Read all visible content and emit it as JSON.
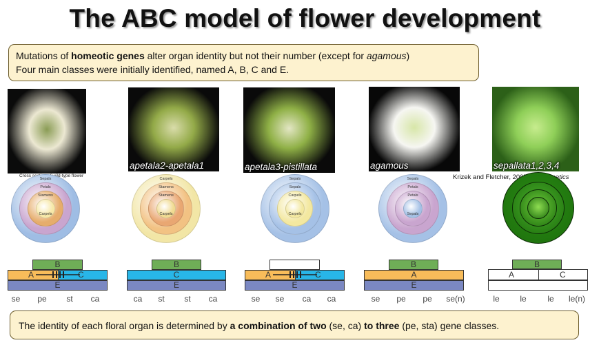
{
  "title": "The ABC model of flower development",
  "intro": {
    "l1_a": "Mutations of ",
    "l1_b": "homeotic genes",
    "l1_c": " alter organ identity but not their number (except for ",
    "l1_d": "agamous",
    "l1_e": ")",
    "l2": "Four main classes were initially identified, named A, B, C and E."
  },
  "photos": [
    {
      "caption": "Cross section of wild-type flower",
      "colors": [
        "#0b0b0b",
        "#ece8d2",
        "#8a9c55"
      ]
    },
    {
      "label": "apetala2-apetala1",
      "colors": [
        "#0a0a0a",
        "#93aa48",
        "#d9dcaa"
      ]
    },
    {
      "label": "apetala3-pistillata",
      "colors": [
        "#0a0a0a",
        "#8fb046",
        "#e3e6c4"
      ]
    },
    {
      "label": "agamous",
      "colors": [
        "#080808",
        "#f6f6f2",
        "#d7e6a8"
      ]
    },
    {
      "label": "sepallata1,2,3,4",
      "colors": [
        "#2c6018",
        "#8fcf58",
        "#c7ec8e"
      ]
    }
  ],
  "citation": {
    "text": "Krizek and Fletcher, 2005, ",
    "journal": "Nat. genetics"
  },
  "rings": [
    {
      "labels": [
        "Sepals",
        "Petals",
        "Stamens",
        "Carpels"
      ],
      "colors": [
        "#9fbde4",
        "#c9a5cf",
        "#e6ad6c",
        "#f7e8a8"
      ]
    },
    {
      "labels": [
        "Carpels",
        "Stamens",
        "Stamens",
        "Carpels"
      ],
      "colors": [
        "#f2e6a6",
        "#f2c283",
        "#e9a772",
        "#f1db92"
      ]
    },
    {
      "labels": [
        "Sepals",
        "Sepals",
        "Carpels",
        "Carpels"
      ],
      "colors": [
        "#a5c1e6",
        "#a5c1e6",
        "#f3e8a0",
        "#f3e8a0"
      ]
    },
    {
      "labels": [
        "Sepals",
        "Petals",
        "Petals",
        "Sepals"
      ],
      "colors": [
        "#a5c1e6",
        "#c9a5cf",
        "#c9a5cf",
        "#a5c1e6"
      ]
    },
    {
      "labels": [],
      "colors": [
        "#2a8a14",
        "#4cb02c",
        "#6fcc3c",
        "#8fdd52"
      ]
    }
  ],
  "diagrams": [
    {
      "b": "B",
      "a": "A",
      "c": "C",
      "e": "E",
      "whorls": [
        "se",
        "pe",
        "st",
        "ca"
      ]
    },
    {
      "b": "B",
      "c": "C",
      "e": "E",
      "whorls": [
        "ca",
        "st",
        "st",
        "ca"
      ]
    },
    {
      "a": "A",
      "c": "C",
      "e": "E",
      "whorls": [
        "se",
        "se",
        "ca",
        "ca"
      ]
    },
    {
      "b": "B",
      "a": "A",
      "e": "E",
      "whorls": [
        "se",
        "pe",
        "pe",
        "se(n)"
      ]
    },
    {
      "b": "B",
      "a": "A",
      "c": "C",
      "whorls": [
        "le",
        "le",
        "le",
        "le(n)"
      ]
    }
  ],
  "colors": {
    "b": "#6fae57",
    "a": "#f8bc5a",
    "c": "#28b6e8",
    "e": "#7b88c2",
    "box_fill": "#fdf2cf"
  },
  "summary": {
    "a": "The identity of each floral organ is determined by ",
    "b": "a combination of two",
    "c": " (se, ca) ",
    "d": "to three",
    "e": " (pe, sta) gene classes."
  }
}
